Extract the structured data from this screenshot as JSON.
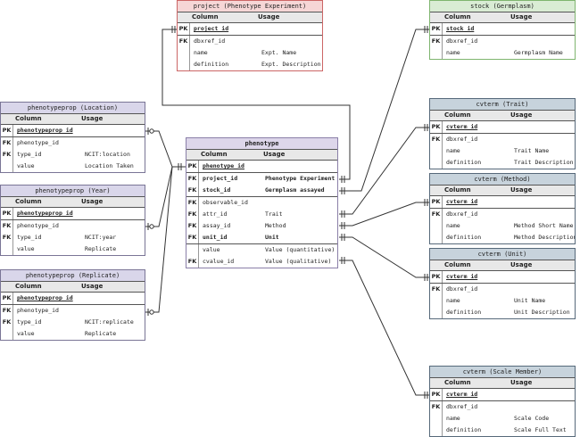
{
  "colors": {
    "project_title_bg": "#f6d6d6",
    "project_border": "#cc6666",
    "stock_title_bg": "#d9ecd4",
    "stock_border": "#7fb56f",
    "cvterm_title_bg": "#c7d3dc",
    "cvterm_border": "#56697a",
    "pheno_title_bg": "#ddd6ea",
    "pheno_border": "#8a7fa8",
    "prop_title_bg": "#d9d6ea",
    "prop_border": "#7a7596"
  },
  "headers": {
    "column": "Column",
    "usage": "Usage"
  },
  "project": {
    "title": "project (Phenotype Experiment)",
    "rows": [
      {
        "key": "PK",
        "col": "project_id",
        "use": ""
      },
      {
        "key": "FK",
        "col": "dbxref_id",
        "use": ""
      },
      {
        "key": "",
        "col": "name",
        "use": "Expt. Name"
      },
      {
        "key": "",
        "col": "definition",
        "use": "Expt. Description"
      }
    ]
  },
  "stock": {
    "title": "stock (Germplasm)",
    "rows": [
      {
        "key": "PK",
        "col": "stock_id",
        "use": ""
      },
      {
        "key": "FK",
        "col": "dbxref_id",
        "use": ""
      },
      {
        "key": "",
        "col": "name",
        "use": "Germplasm Name"
      }
    ]
  },
  "cv_trait": {
    "title": "cvterm (Trait)",
    "rows": [
      {
        "key": "PK",
        "col": "cvterm_id",
        "use": ""
      },
      {
        "key": "FK",
        "col": "dbxref_id",
        "use": ""
      },
      {
        "key": "",
        "col": "name",
        "use": "Trait Name"
      },
      {
        "key": "",
        "col": "definition",
        "use": "Trait Description"
      }
    ]
  },
  "cv_method": {
    "title": "cvterm (Method)",
    "rows": [
      {
        "key": "PK",
        "col": "cvterm_id",
        "use": ""
      },
      {
        "key": "FK",
        "col": "dbxref_id",
        "use": ""
      },
      {
        "key": "",
        "col": "name",
        "use": "Method Short Name"
      },
      {
        "key": "",
        "col": "definition",
        "use": "Method Description"
      }
    ]
  },
  "cv_unit": {
    "title": "cvterm (Unit)",
    "rows": [
      {
        "key": "PK",
        "col": "cvterm_id",
        "use": ""
      },
      {
        "key": "FK",
        "col": "dbxref_id",
        "use": ""
      },
      {
        "key": "",
        "col": "name",
        "use": "Unit Name"
      },
      {
        "key": "",
        "col": "definition",
        "use": "Unit Description"
      }
    ]
  },
  "cv_scale": {
    "title": "cvterm (Scale Member)",
    "rows": [
      {
        "key": "PK",
        "col": "cvterm_id",
        "use": ""
      },
      {
        "key": "FK",
        "col": "dbxref_id",
        "use": ""
      },
      {
        "key": "",
        "col": "name",
        "use": "Scale Code"
      },
      {
        "key": "",
        "col": "definition",
        "use": "Scale Full Text"
      }
    ]
  },
  "phenotype": {
    "title": "phenotype",
    "rows": [
      {
        "key": "PK",
        "col": "phenotype_id",
        "use": ""
      },
      {
        "key": "FK",
        "col": "project_id",
        "use": "Phenotype Experiment"
      },
      {
        "key": "FK",
        "col": "stock_id",
        "use": "Germplasm assayed"
      },
      {
        "key": "FK",
        "col": "observable_id",
        "use": ""
      },
      {
        "key": "FK",
        "col": "attr_id",
        "use": "Trait"
      },
      {
        "key": "FK",
        "col": "assay_id",
        "use": "Method"
      },
      {
        "key": "FK",
        "col": "unit_id",
        "use": "Unit"
      },
      {
        "key": "",
        "col": "value",
        "use": "Value (quantitative)"
      },
      {
        "key": "FK",
        "col": "cvalue_id",
        "use": "Value (qualitative)"
      }
    ]
  },
  "prop_location": {
    "title": "phenotypeprop (Location)",
    "rows": [
      {
        "key": "PK",
        "col": "phenotypeprop_id",
        "use": ""
      },
      {
        "key": "FK",
        "col": "phenotype_id",
        "use": ""
      },
      {
        "key": "FK",
        "col": "type_id",
        "use": "NCIT:location"
      },
      {
        "key": "",
        "col": "value",
        "use": "Location Taken"
      }
    ]
  },
  "prop_year": {
    "title": "phenotypeprop (Year)",
    "rows": [
      {
        "key": "PK",
        "col": "phenotypeprop_id",
        "use": ""
      },
      {
        "key": "FK",
        "col": "phenotype_id",
        "use": ""
      },
      {
        "key": "FK",
        "col": "type_id",
        "use": "NCIT:year"
      },
      {
        "key": "",
        "col": "value",
        "use": "Replicate"
      }
    ]
  },
  "prop_replicate": {
    "title": "phenotypeprop (Replicate)",
    "rows": [
      {
        "key": "PK",
        "col": "phenotypeprop_id",
        "use": ""
      },
      {
        "key": "FK",
        "col": "phenotype_id",
        "use": ""
      },
      {
        "key": "FK",
        "col": "type_id",
        "use": "NCIT:replicate"
      },
      {
        "key": "",
        "col": "value",
        "use": "Replicate"
      }
    ]
  }
}
